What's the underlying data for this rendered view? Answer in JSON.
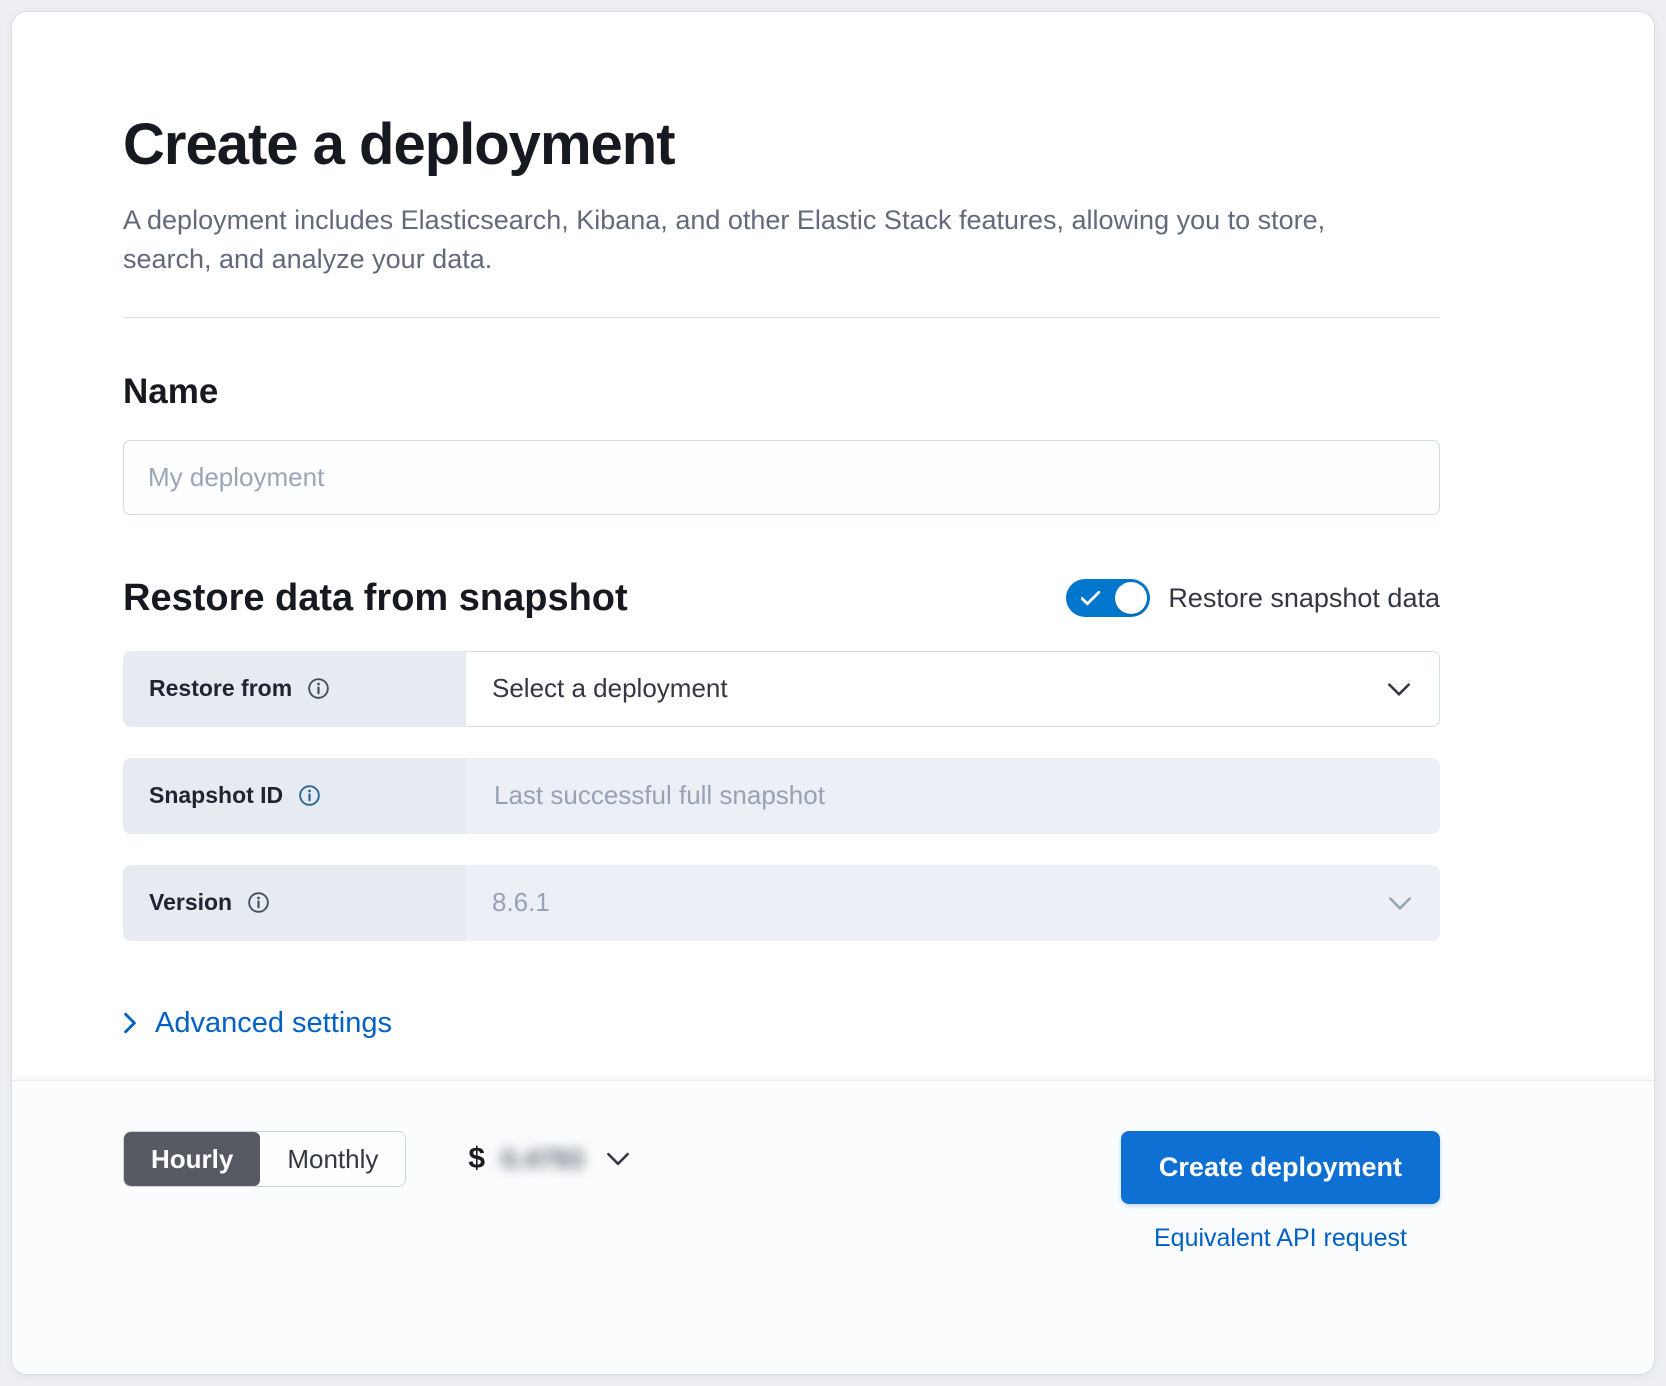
{
  "page": {
    "title": "Create a deployment",
    "subtitle": "A deployment includes Elasticsearch, Kibana, and other Elastic Stack features, allowing you to store, search, and analyze your data."
  },
  "name_section": {
    "heading": "Name",
    "input_placeholder": "My deployment",
    "input_value": ""
  },
  "restore_section": {
    "heading": "Restore data from snapshot",
    "toggle_label": "Restore snapshot data",
    "toggle_state": "on",
    "rows": [
      {
        "label": "Restore from",
        "value": "Select a deployment",
        "control": "select",
        "icon": "info-icon"
      },
      {
        "label": "Snapshot ID",
        "placeholder": "Last successful full snapshot",
        "control": "disabled-input",
        "icon": "info-icon"
      },
      {
        "label": "Version",
        "value": "8.6.1",
        "control": "disabled-select",
        "icon": "info-icon"
      }
    ],
    "advanced_link": "Advanced settings"
  },
  "footer": {
    "billing_toggle": {
      "options": [
        "Hourly",
        "Monthly"
      ],
      "selected": "Hourly"
    },
    "price": {
      "currency": "$",
      "value": "0.4793",
      "blurred": true
    },
    "create_button": "Create deployment",
    "api_link": "Equivalent API request"
  },
  "colors": {
    "accent_blue": "#0077cc",
    "button_blue": "#0e70d2",
    "link_blue": "#0061c5"
  }
}
